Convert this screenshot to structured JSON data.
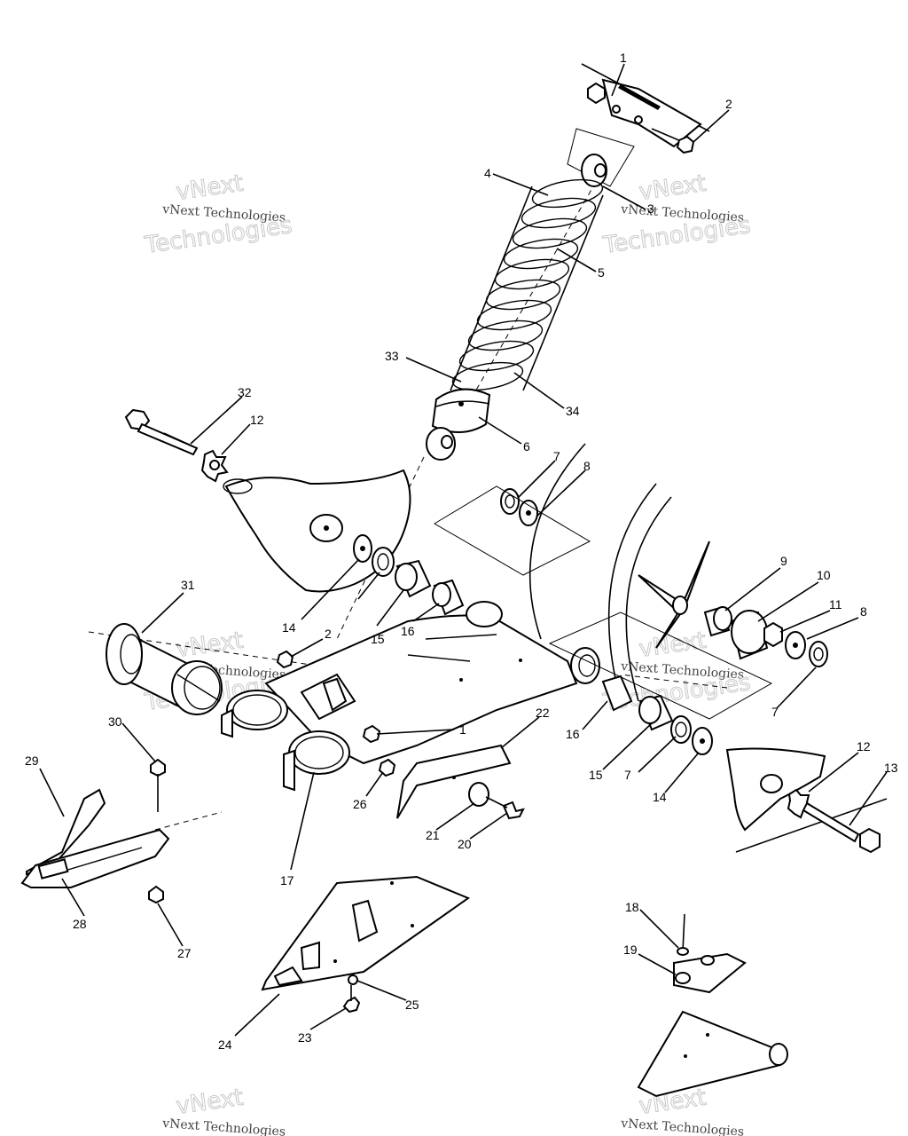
{
  "watermark": {
    "company_line": "vNext Technologies",
    "logo_upper": "vNext",
    "logo_lower": "Technologies"
  },
  "callouts": [
    "1",
    "2",
    "3",
    "4",
    "5",
    "33",
    "34",
    "6",
    "32",
    "12",
    "7",
    "8",
    "14",
    "15",
    "16",
    "31",
    "9",
    "10",
    "11",
    "8",
    "7",
    "2",
    "1",
    "22",
    "16",
    "15",
    "7",
    "14",
    "12",
    "13",
    "30",
    "29",
    "28",
    "27",
    "26",
    "17",
    "21",
    "20",
    "18",
    "19",
    "25",
    "24",
    "23"
  ]
}
